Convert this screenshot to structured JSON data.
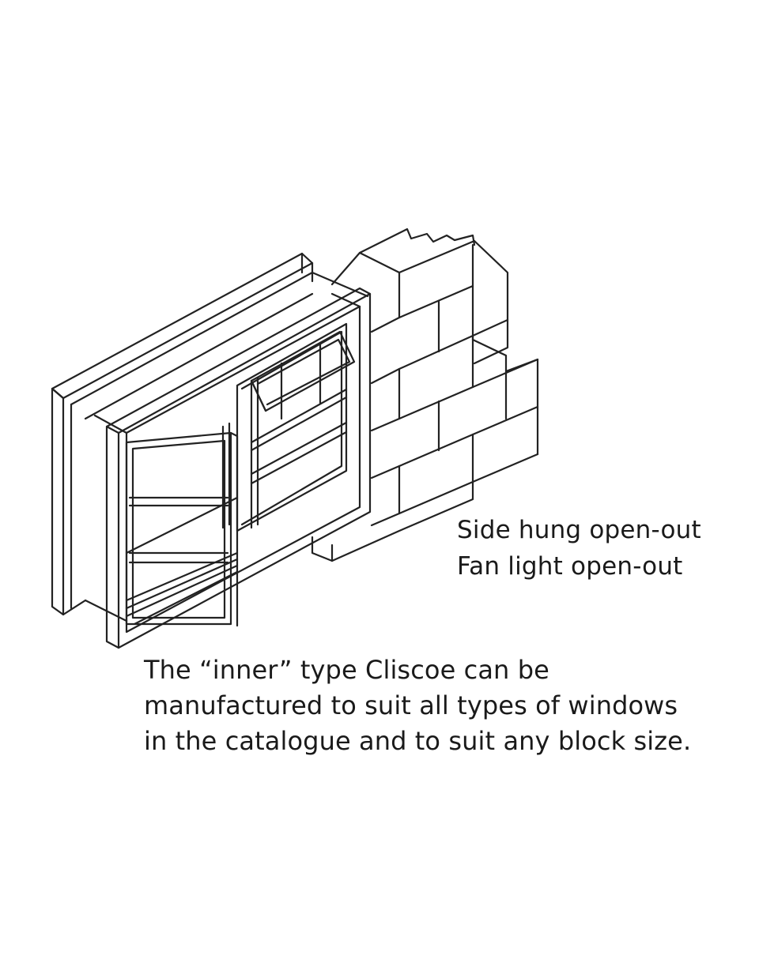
{
  "labels": {
    "window_types": [
      "Side hung open-out",
      "Fan light open-out"
    ]
  },
  "description": {
    "lines": [
      "The “inner” type Cliscoe can be",
      "manufactured to suit all types of windows",
      "in the catalogue and to suit any block size."
    ]
  },
  "colors": {
    "ink": "#1a1a1a",
    "background": "#ffffff"
  }
}
